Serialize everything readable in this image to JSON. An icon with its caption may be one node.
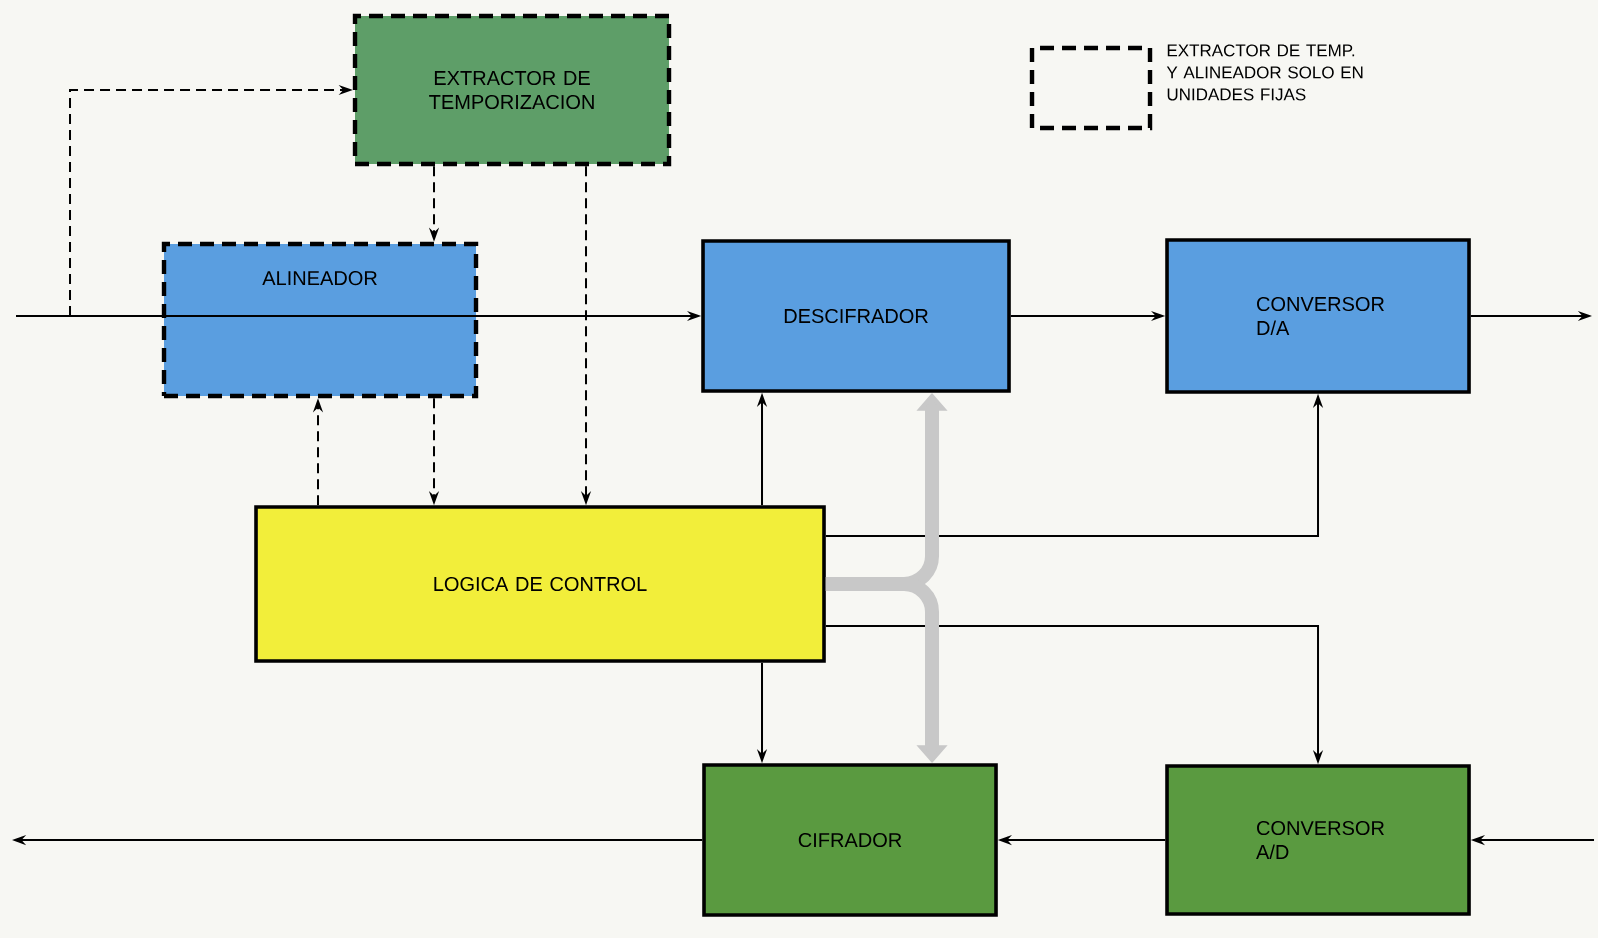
{
  "diagram": {
    "nodes": [
      {
        "text": [
          "EXTRACTOR DE TEMPORIZACION"
        ]
      },
      {
        "text": [
          "ALINEADOR"
        ]
      },
      {
        "text": [
          "DESCIFRADOR"
        ]
      },
      {
        "text": [
          "CONVERSOR D/A"
        ]
      },
      {
        "text": [
          "LOGICA DE CONTROL"
        ]
      },
      {
        "text": [
          "CIFRADOR"
        ]
      },
      {
        "text": [
          "CONVERSOR A/D"
        ]
      }
    ],
    "edges": [
      {
        "from": null,
        "to": 2,
        "arrow": "to"
      },
      {
        "from": null,
        "to": 0,
        "arrow": "to",
        "style": "dashed"
      },
      {
        "from": 0,
        "to": 1,
        "arrow": "to",
        "style": "dashed"
      },
      {
        "from": 0,
        "to": 4,
        "arrow": "to",
        "style": "dashed"
      },
      {
        "from": 4,
        "to": 1,
        "arrow": "to",
        "style": "dashed"
      },
      {
        "from": 1,
        "to": 4,
        "arrow": "to",
        "style": "dashed"
      },
      {
        "from": 4,
        "to": 2,
        "arrow": "to"
      },
      {
        "from": 2,
        "to": 3,
        "arrow": "to"
      },
      {
        "from": 3,
        "to": null,
        "arrow": "to"
      },
      {
        "from": 4,
        "to": 3,
        "arrow": "to"
      },
      {
        "from": 4,
        "to": 6,
        "arrow": "to"
      },
      {
        "from": 4,
        "to": 5,
        "arrow": "to"
      },
      {
        "from": 4,
        "to": 2,
        "arrow": "to",
        "style": "thick",
        "color": "#c8c8c8"
      },
      {
        "from": 4,
        "to": 5,
        "arrow": "to",
        "style": "thick",
        "color": "#c8c8c8"
      },
      {
        "from": null,
        "to": 6,
        "arrow": "to"
      },
      {
        "from": 6,
        "to": 5,
        "arrow": "to"
      },
      {
        "from": 5,
        "to": null,
        "arrow": "to"
      }
    ],
    "legend": [
      {
        "text": "EXTRACTOR DE TEMP. Y ALINEADOR SOLO EN UNIDADES FIJAS"
      }
    ]
  }
}
